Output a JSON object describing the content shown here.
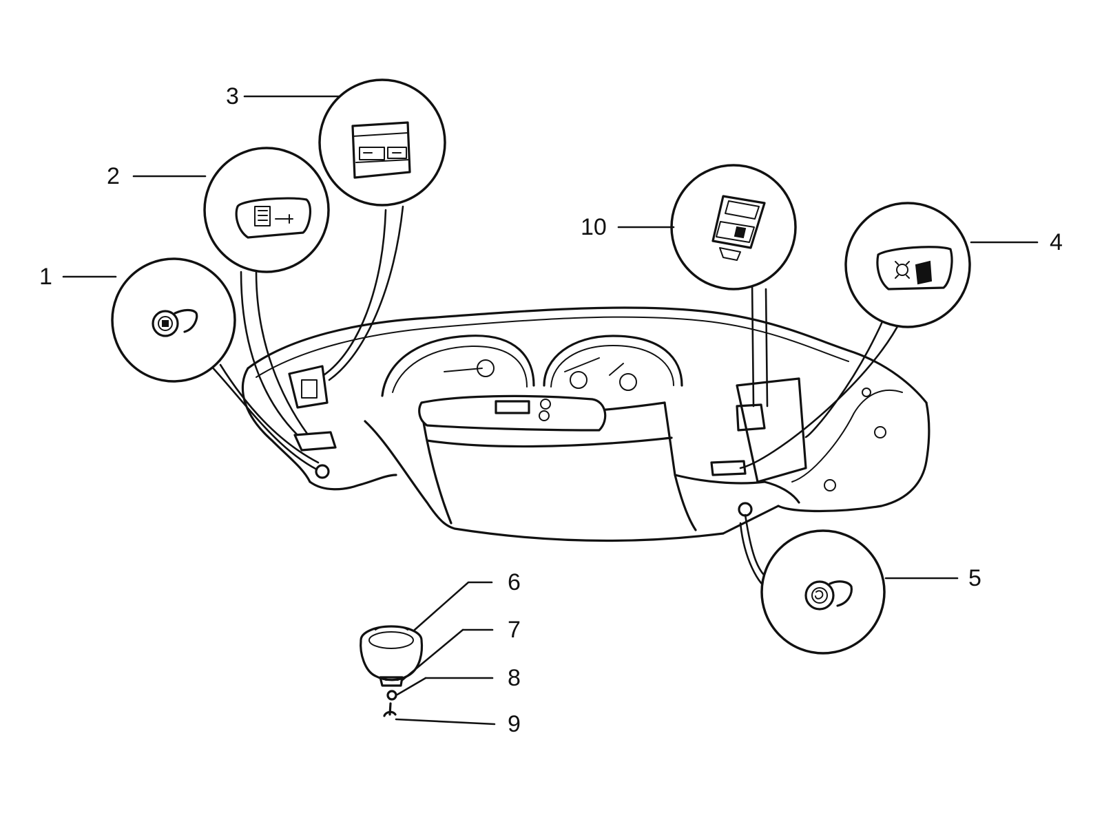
{
  "colors": {
    "ink": "#111111",
    "paper": "#ffffff"
  },
  "callouts": [
    {
      "number": "1",
      "part": "round-switch-left"
    },
    {
      "number": "2",
      "part": "horn-switch"
    },
    {
      "number": "3",
      "part": "light-switch"
    },
    {
      "number": "4",
      "part": "starter-switch"
    },
    {
      "number": "5",
      "part": "round-switch-right"
    },
    {
      "number": "6",
      "part": "knob-cap"
    },
    {
      "number": "7",
      "part": "knob-base"
    },
    {
      "number": "8",
      "part": "washer"
    },
    {
      "number": "9",
      "part": "screw"
    },
    {
      "number": "10",
      "part": "hazard-switch"
    }
  ]
}
